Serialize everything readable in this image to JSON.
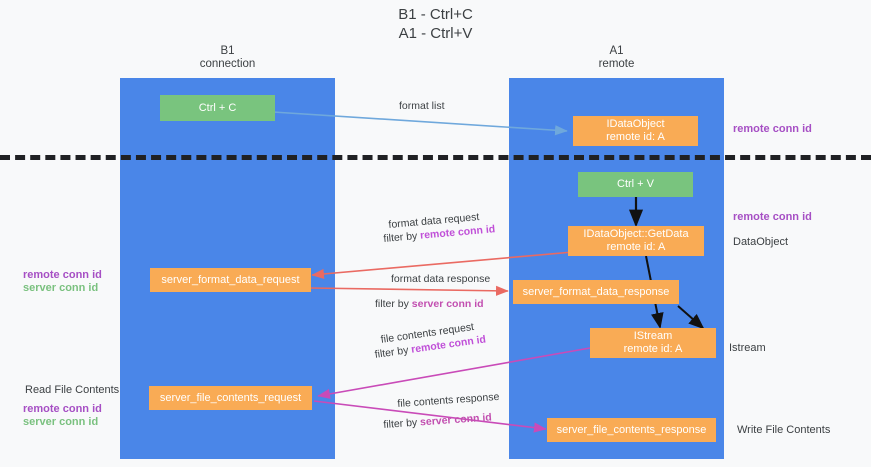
{
  "title": "B1 - Ctrl+C\nA1 - Ctrl+V",
  "lanes": [
    {
      "id": "b1",
      "header": "B1\nconnection"
    },
    {
      "id": "a1",
      "header": "A1\nremote"
    }
  ],
  "boxes": {
    "ctrl_c": "Ctrl + C",
    "ctrl_v": "Ctrl + V",
    "idataobject": "IDataObject\nremote id: A",
    "idataobject_getdata": "IDataObject::GetData\nremote id: A",
    "server_format_data_request": "server_format_data_request",
    "server_format_data_response": "server_format_data_response",
    "istream": "IStream\nremote id: A",
    "server_file_contents_request": "server_file_contents_request",
    "server_file_contents_response": "server_file_contents_response"
  },
  "right_notes": {
    "remote_conn_id_top": "remote conn id",
    "remote_conn_id_mid": "remote conn id",
    "dataobject": "DataObject",
    "istream": "Istream",
    "write_file_contents": "Write File Contents"
  },
  "left_notes": {
    "remote_conn_id": "remote conn id",
    "server_conn_id": "server conn id",
    "read_file_contents": "Read File Contents",
    "remote_conn_id_2": "remote conn id",
    "server_conn_id_2": "server conn id"
  },
  "arrow_labels": {
    "format_list": "format list",
    "format_data_request": "format data request",
    "format_data_request_filter_prefix": "filter by ",
    "format_data_request_filter_value": "remote conn id",
    "format_data_response": "format data response",
    "format_data_response_filter_prefix": "filter by ",
    "format_data_response_filter_value": "server conn id",
    "file_contents_request": "file contents request",
    "file_contents_request_filter_prefix": "filter by ",
    "file_contents_request_filter_value": "remote conn id",
    "file_contents_response": "file contents response",
    "file_contents_response_filter_prefix": "filter by ",
    "file_contents_response_filter_value": "server conn id"
  },
  "colors": {
    "lane": "#4a86e8",
    "green_box": "#79c47e",
    "orange_box": "#f9ab55",
    "purple": "#a64fc4",
    "green_text": "#7ac17f",
    "red_arrow": "#ea6a62",
    "magenta_arrow": "#c94bb8",
    "blue_arrow": "#6fa8dc",
    "dashed_line": "#202124",
    "background": "#f8f9fa"
  }
}
